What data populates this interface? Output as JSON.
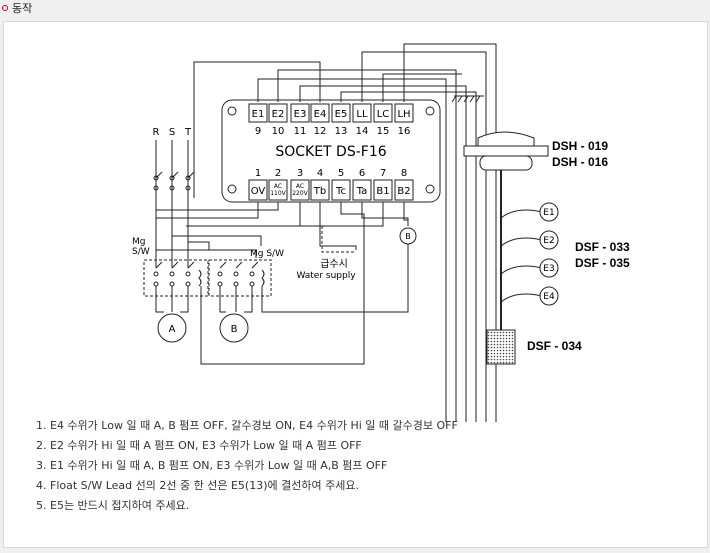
{
  "header": {
    "title": "동작"
  },
  "socket": {
    "title": "SOCKET   DS-F16",
    "top_terminals": [
      "E1",
      "E2",
      "E3",
      "E4",
      "E5",
      "LL",
      "LC",
      "LH"
    ],
    "top_numbers": [
      "9",
      "10",
      "11",
      "12",
      "13",
      "14",
      "15",
      "16"
    ],
    "bottom_numbers": [
      "1",
      "2",
      "3",
      "4",
      "5",
      "6",
      "7",
      "8"
    ],
    "bottom_terminals": [
      "OV",
      "AC\n110V",
      "AC\n220V",
      "Tb",
      "Tc",
      "Ta",
      "B1",
      "B2"
    ]
  },
  "labels": {
    "r": "R",
    "s": "S",
    "t": "T",
    "mg_sw_left": "Mg\nS/W",
    "mg_sw_right": "Mg S/W",
    "pump_a": "A",
    "pump_b": "B",
    "alarm_b": "B",
    "water_supply_ko": "급수시",
    "water_supply_en": "Water supply",
    "dsh": "DSH - 019\nDSH - 016",
    "dsf_mid": "DSF - 033\nDSF - 035",
    "dsf_bottom": "DSF - 034",
    "electrodes": [
      "E1",
      "E2",
      "E3",
      "E4"
    ]
  },
  "notes": [
    "1. E4 수위가 Low 일 때 A, B 펌프 OFF, 갈수경보 ON, E4 수위가 Hi 일 때 갈수경보 OFF",
    "2. E2 수위가 Hi 일 때 A 펌프 ON, E3 수위가 Low 일 때 A 펌프 OFF",
    "3. E1 수위가 Hi 일 때 A, B 펌프 ON, E3 수위가 Low 일 때 A,B 펌프 OFF",
    "4. Float S/W Lead 선의 2선 중 한 선은 E5(13)에 결선하여 주세요.",
    "5. E5는 반드시 접지하여 주세요."
  ]
}
